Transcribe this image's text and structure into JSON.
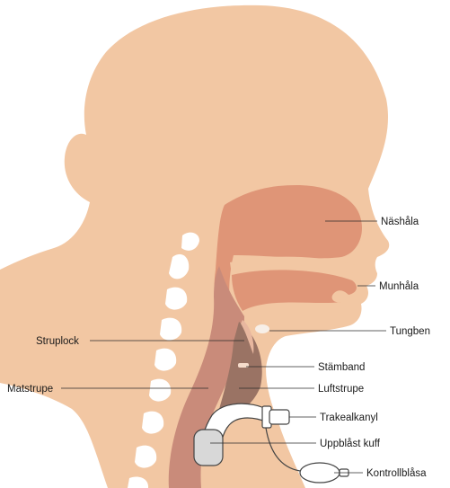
{
  "labels": {
    "nashala": "Näshåla",
    "munhala": "Munhåla",
    "tungben": "Tungben",
    "struplock": "Struplock",
    "stamband": "Stämband",
    "matstrupe": "Matstrupe",
    "luftstrupe": "Luftstrupe",
    "trakealkanyl": "Trakealkanyl",
    "uppblast_kuff": "Uppblåst kuff",
    "kontrollblasa": "Kontrollblåsa"
  },
  "colors": {
    "skin": "#f2c7a3",
    "cavity": "#df9577",
    "palate": "#f2c7a3",
    "esophagus": "#c98b7a",
    "esophagus_dark": "#9a7364",
    "vertebra": "#ffffff",
    "tube": "#ffffff",
    "tube_outline": "#444444",
    "cuff": "#d8d8d8"
  }
}
